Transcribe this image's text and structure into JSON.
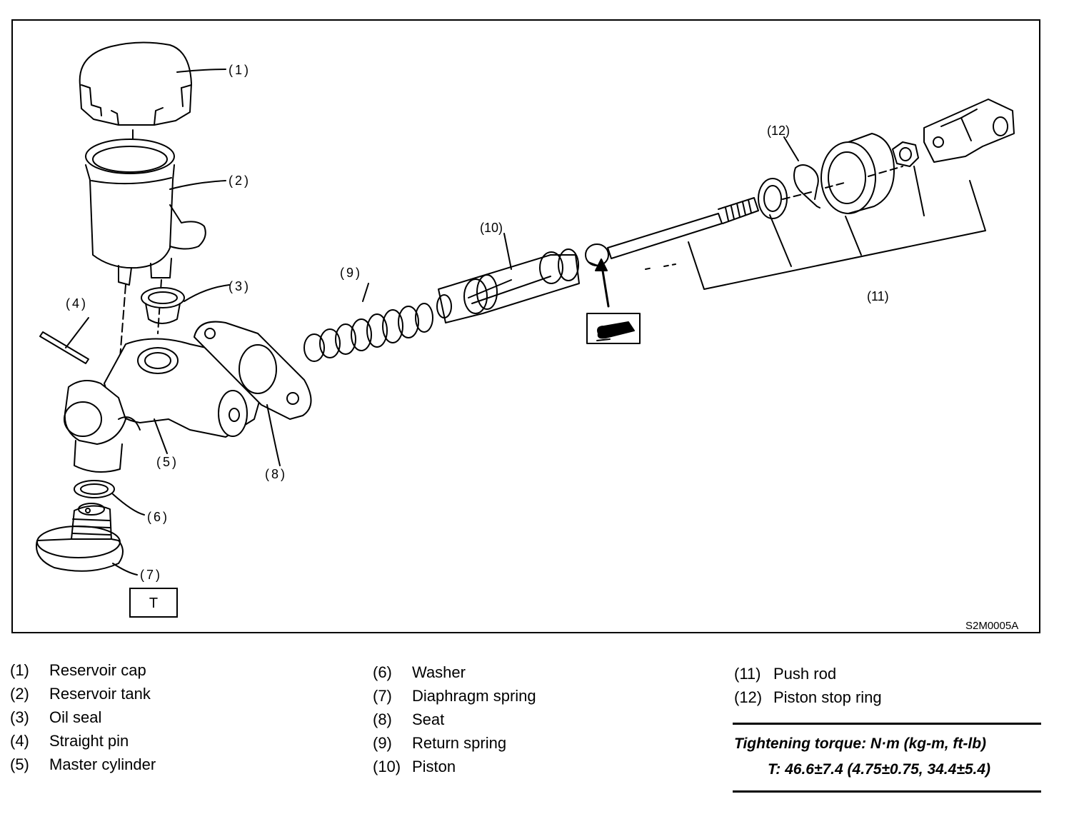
{
  "callouts": {
    "c1": "(1)",
    "c2": "(2)",
    "c3": "(3)",
    "c4": "(4)",
    "c5": "(5)",
    "c6": "(6)",
    "c7": "(7)",
    "c8": "(8)",
    "c9": "(9)",
    "c10": "(10)",
    "c11": "(11)",
    "c12": "(12)"
  },
  "tool_mark": "T",
  "figure_code": "S2M0005A",
  "legend": {
    "items": [
      {
        "num": "(1)",
        "label": "Reservoir cap"
      },
      {
        "num": "(2)",
        "label": "Reservoir tank"
      },
      {
        "num": "(3)",
        "label": "Oil seal"
      },
      {
        "num": "(4)",
        "label": "Straight pin"
      },
      {
        "num": "(5)",
        "label": "Master cylinder"
      },
      {
        "num": "(6)",
        "label": "Washer"
      },
      {
        "num": "(7)",
        "label": "Diaphragm spring"
      },
      {
        "num": "(8)",
        "label": "Seat"
      },
      {
        "num": "(9)",
        "label": "Return spring"
      },
      {
        "num": "(10)",
        "label": "Piston"
      },
      {
        "num": "(11)",
        "label": "Push rod"
      },
      {
        "num": "(12)",
        "label": "Piston stop ring"
      }
    ]
  },
  "torque": {
    "title": "Tightening torque: N·m (kg-m, ft-lb)",
    "value": "T: 46.6±7.4 (4.75±0.75, 34.4±5.4)"
  }
}
